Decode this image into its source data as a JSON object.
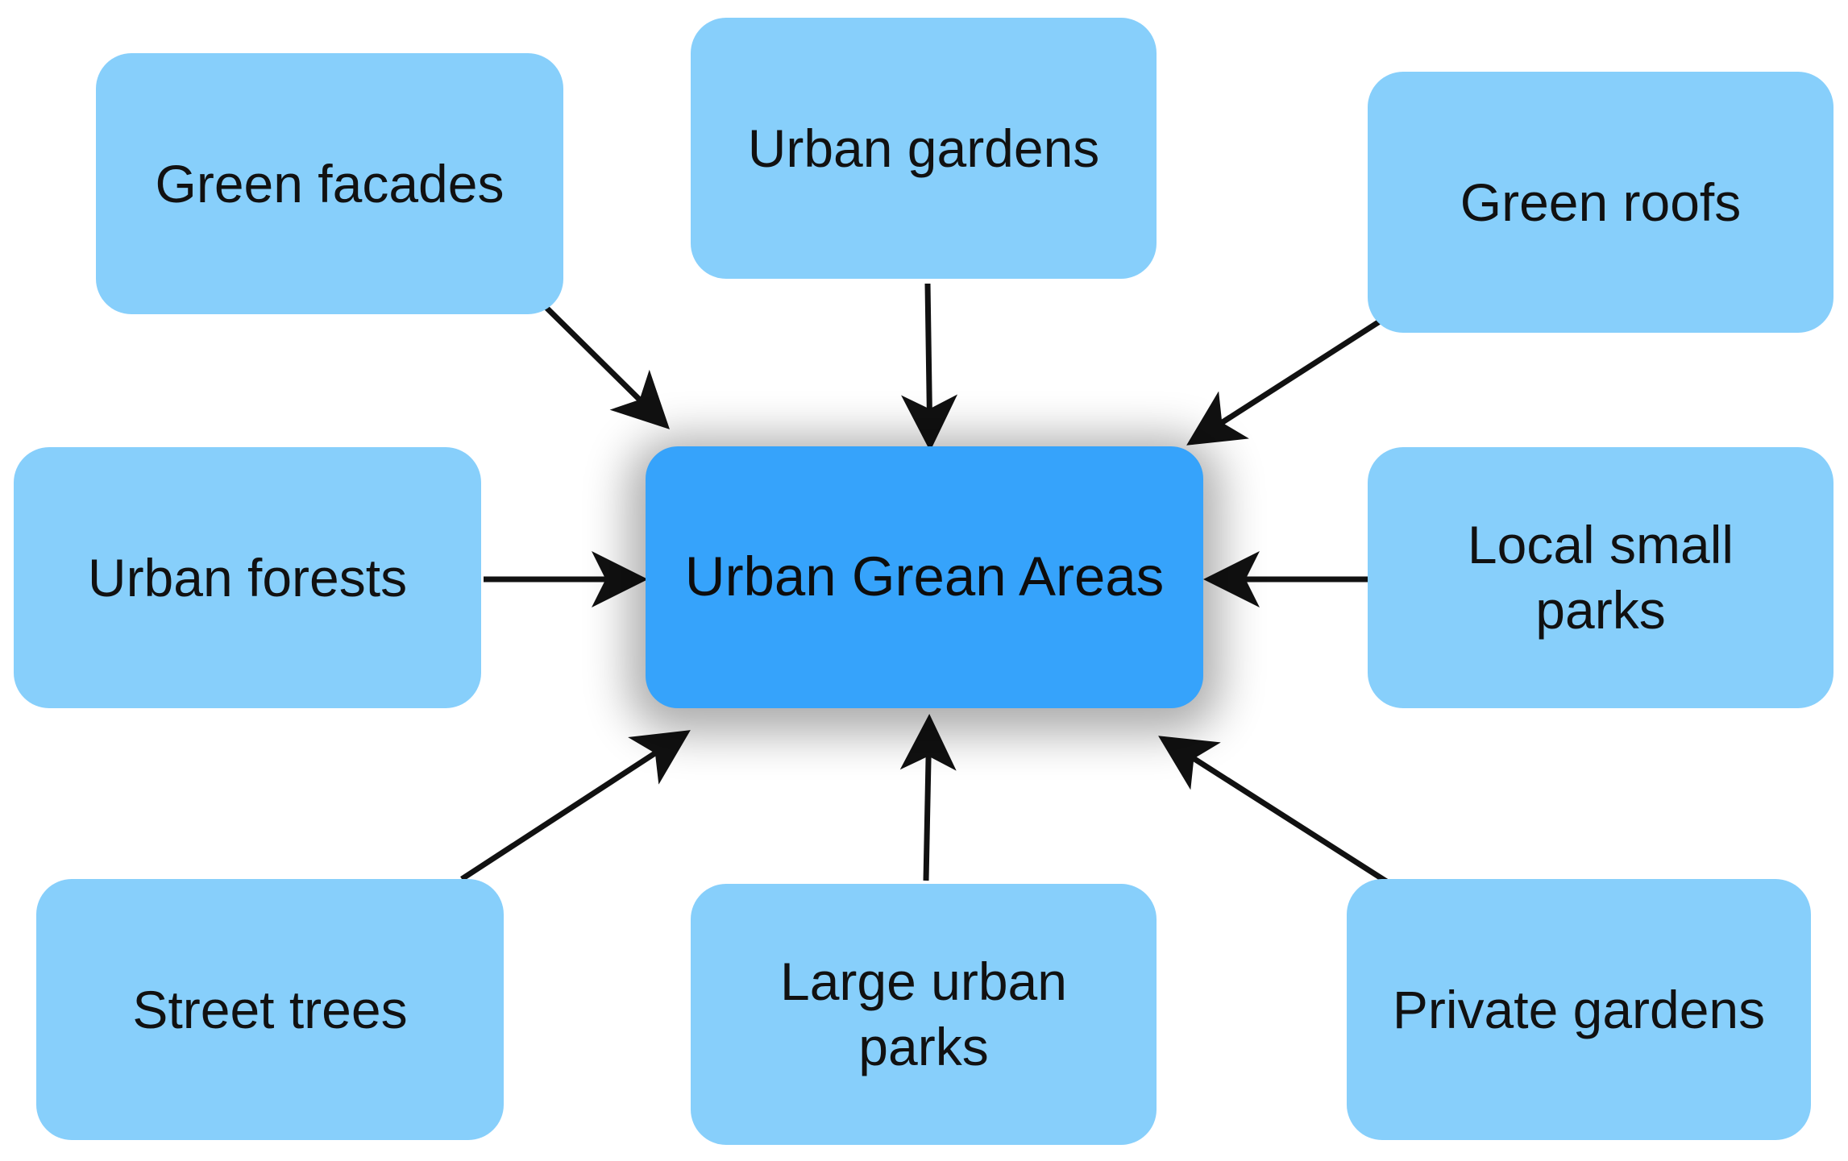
{
  "center": {
    "label": "Urban Grean Areas"
  },
  "nodes": {
    "green_facades": "Green facades",
    "urban_gardens": "Urban gardens",
    "green_roofs": "Green roofs",
    "urban_forests": "Urban forests",
    "local_small_parks_line1": "Local small",
    "local_small_parks_line2": "parks",
    "street_trees": "Street trees",
    "large_urban_parks_line1": "Large urban",
    "large_urban_parks_line2": "parks",
    "private_gardens": "Private gardens"
  },
  "colors": {
    "outer_box": "#87cffb",
    "center_box": "#36a3fb",
    "arrow": "#111111"
  }
}
